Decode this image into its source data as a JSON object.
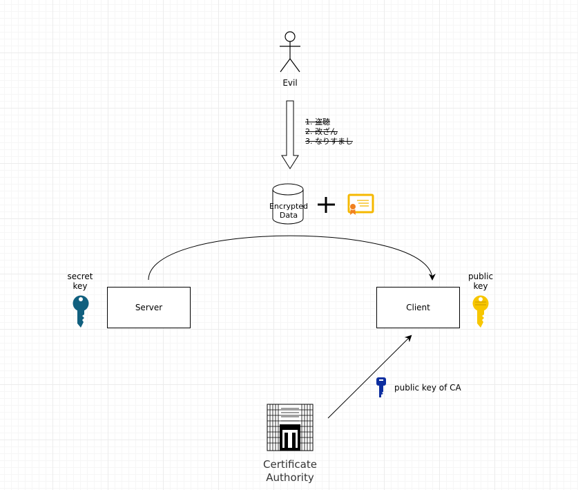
{
  "actors": {
    "evil": {
      "label": "Evil"
    }
  },
  "threats": {
    "items": [
      "1. 盗聴",
      "2. 改ざん",
      "3. なりすまし"
    ],
    "style": "strikethrough"
  },
  "payload": {
    "data_line1": "Encrypted",
    "data_line2": "Data",
    "plus_symbol": "+",
    "certificate_icon": "certificate-icon",
    "certificate_color": "#f5b800",
    "ribbon_color": "#f08020"
  },
  "nodes": {
    "server": {
      "label": "Server"
    },
    "client": {
      "label": "Client"
    }
  },
  "keys": {
    "secret": {
      "line1": "secret",
      "line2": "key",
      "icon": "key-icon",
      "color": "#11607f"
    },
    "public": {
      "line1": "public",
      "line2": "key",
      "icon": "key-icon",
      "color": "#f7c600"
    },
    "ca_public": {
      "label": "public key of CA",
      "icon": "key-icon",
      "color": "#0e2fa0"
    }
  },
  "authority": {
    "line1": "Certificate",
    "line2": "Authority",
    "icon": "building-icon"
  }
}
